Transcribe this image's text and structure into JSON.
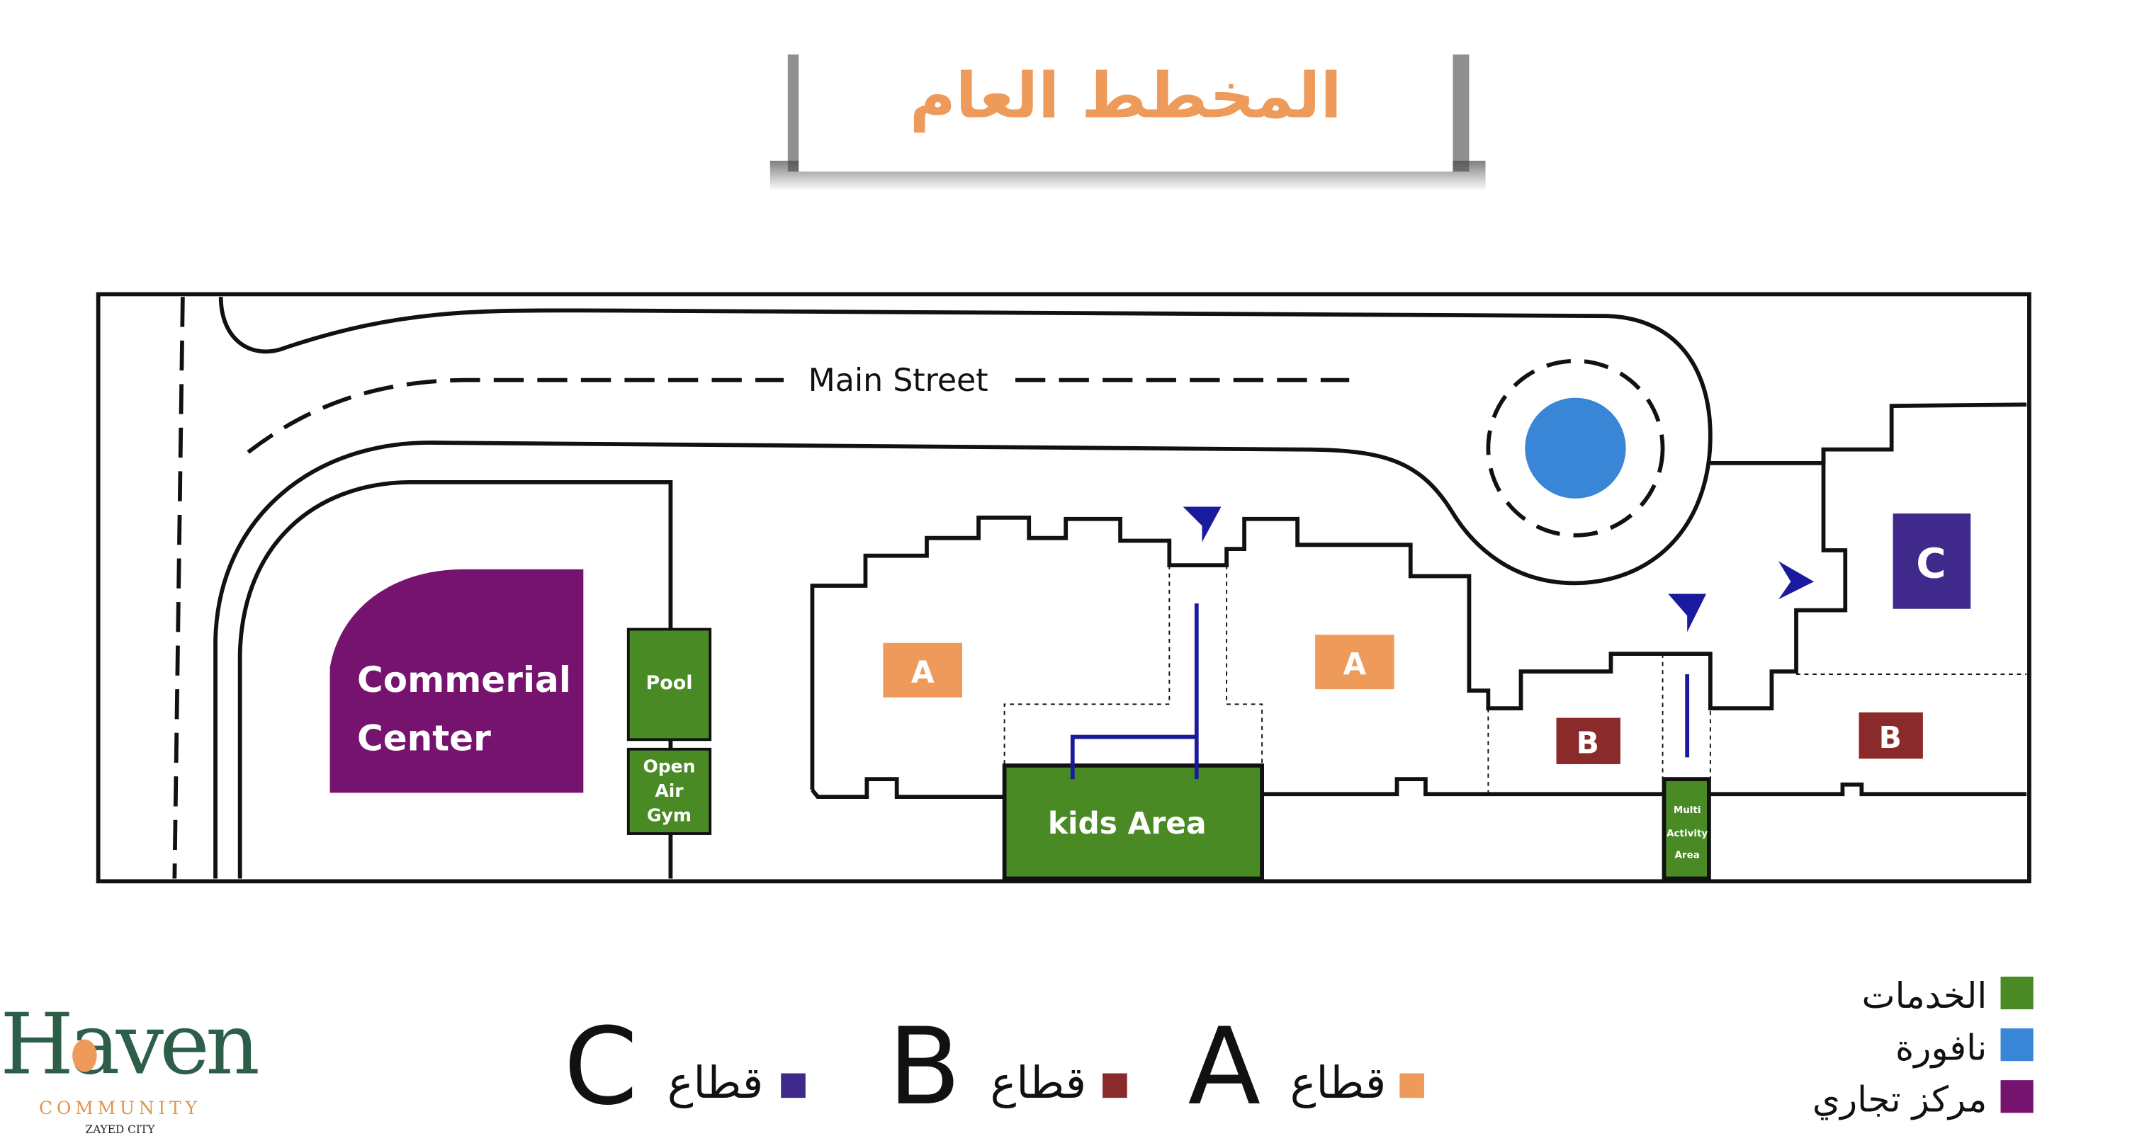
{
  "title": "المخطط العام",
  "map": {
    "street": "Main Street",
    "commercial": [
      "Commerial",
      "Center"
    ],
    "pool": "Pool",
    "gym": [
      "Open",
      "Air",
      "Gym"
    ],
    "kids": "kids Area",
    "multi": [
      "Multi",
      "Activity",
      "Area"
    ],
    "sector_a": "A",
    "sector_b": "B",
    "sector_c": "C"
  },
  "sectors_legend": [
    {
      "word": "قطاع",
      "letter": "C",
      "color": "#3f2a8c"
    },
    {
      "word": "قطاع",
      "letter": "B",
      "color": "#8b2a2a"
    },
    {
      "word": "قطاع",
      "letter": "A",
      "color": "#ee9a5a"
    }
  ],
  "legend": [
    {
      "label": "الخدمات",
      "color": "#4a8a25"
    },
    {
      "label": "نافورة",
      "color": "#3a86d6"
    },
    {
      "label": "مركز تجاري",
      "color": "#75136f"
    }
  ],
  "logo": {
    "name": "Haven",
    "sub": "COMMUNITY",
    "city": "ZAYED CITY"
  },
  "colors": {
    "green": "#4a8a25",
    "orange": "#ee9a5a",
    "purple": "#75136f",
    "maroon": "#8b2a2a",
    "indigo": "#3f2a8c",
    "blue": "#3a86d6",
    "arrow": "#1a1a9e"
  }
}
